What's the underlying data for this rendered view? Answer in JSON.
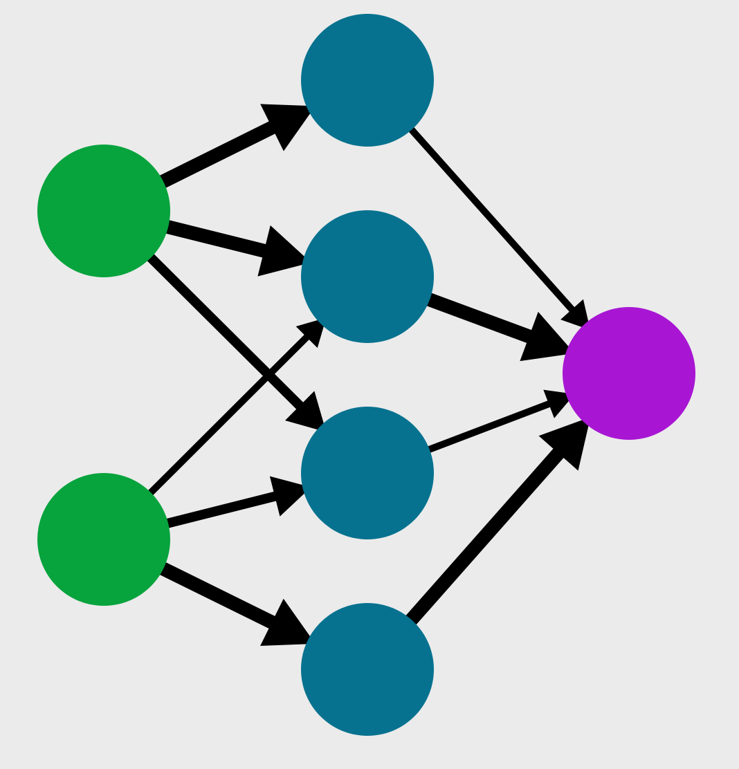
{
  "colors": {
    "background": "#ebebeb",
    "input": "#07a33d",
    "hidden": "#06728f",
    "output": "#a816d4",
    "edge": "#000000"
  },
  "nodes": [
    {
      "id": "input-1",
      "layer": "input"
    },
    {
      "id": "input-2",
      "layer": "input"
    },
    {
      "id": "hidden-1",
      "layer": "hidden"
    },
    {
      "id": "hidden-2",
      "layer": "hidden"
    },
    {
      "id": "hidden-3",
      "layer": "hidden"
    },
    {
      "id": "hidden-4",
      "layer": "hidden"
    },
    {
      "id": "output-1",
      "layer": "output"
    }
  ],
  "edges": [
    {
      "from": "input-1",
      "to": "hidden-1",
      "weight": "strong"
    },
    {
      "from": "input-1",
      "to": "hidden-2",
      "weight": "strong"
    },
    {
      "from": "input-1",
      "to": "hidden-3",
      "weight": "medium"
    },
    {
      "from": "input-2",
      "to": "hidden-2",
      "weight": "thin"
    },
    {
      "from": "input-2",
      "to": "hidden-3",
      "weight": "medium"
    },
    {
      "from": "input-2",
      "to": "hidden-4",
      "weight": "strong"
    },
    {
      "from": "hidden-1",
      "to": "output-1",
      "weight": "thin"
    },
    {
      "from": "hidden-2",
      "to": "output-1",
      "weight": "strong"
    },
    {
      "from": "hidden-3",
      "to": "output-1",
      "weight": "thin"
    },
    {
      "from": "hidden-4",
      "to": "output-1",
      "weight": "strong"
    }
  ]
}
